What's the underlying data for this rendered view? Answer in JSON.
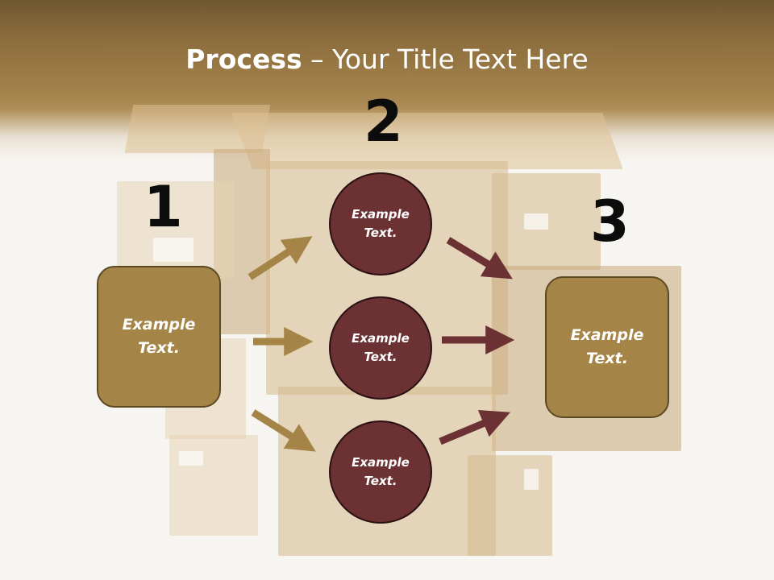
{
  "slide": {
    "title_bold": "Process",
    "title_rest": " – Your Title Text Here"
  },
  "steps": {
    "n1": "1",
    "n2": "2",
    "n3": "3"
  },
  "left_box": {
    "line1": "Example",
    "line2": "Text."
  },
  "right_box": {
    "line1": "Example",
    "line2": "Text."
  },
  "circles": [
    {
      "line1": "Example",
      "line2": "Text."
    },
    {
      "line1": "Example",
      "line2": "Text."
    },
    {
      "line1": "Example",
      "line2": "Text."
    }
  ],
  "colors": {
    "header": "#8c6e3d",
    "box_fill": "#a58448",
    "circle_fill": "#6b3133",
    "arrow_gold": "#a58448",
    "arrow_maroon": "#6b3133"
  }
}
